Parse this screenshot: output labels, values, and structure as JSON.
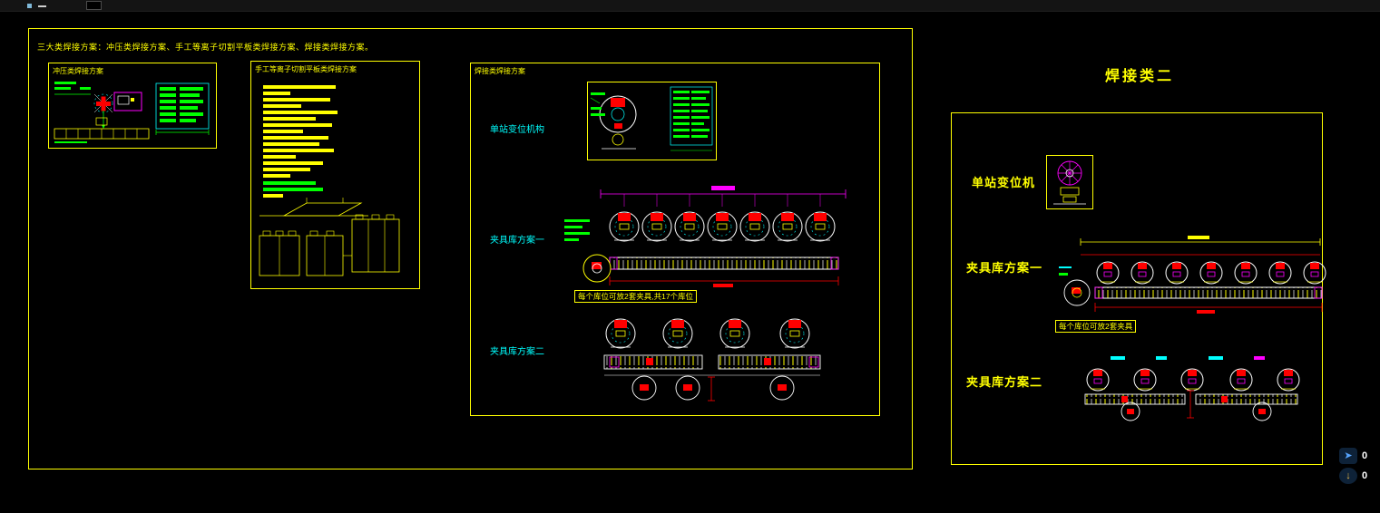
{
  "sheet_main": {
    "header_note": "三大类焊接方案：冲压类焊接方案、手工等离子切割平板类焊接方案、焊接类焊接方案。",
    "panel_stamping": {
      "title": "冲压类焊接方案"
    },
    "panel_plasma": {
      "title": "手工等离子切割平板类焊接方案"
    },
    "panel_welding": {
      "title": "焊接类焊接方案",
      "label_station": "单站变位机构",
      "label_plan1": "夹具库方案一",
      "label_plan2": "夹具库方案二",
      "note_plan1": "每个库位可放2套夹具,共17个库位"
    }
  },
  "sheet_right": {
    "title": "焊接类二",
    "label_station": "单站变位机",
    "label_plan1": "夹具库方案一",
    "label_plan2": "夹具库方案二",
    "note_plan1": "每个库位可放2套夹具"
  },
  "overlay": {
    "counter_top": "0",
    "counter_bottom": "0"
  },
  "colors": {
    "background": "#000000",
    "line_yellow": "#ffff00",
    "line_cyan": "#00ffff",
    "line_green": "#00ff00",
    "line_magenta": "#ff00ff",
    "line_red": "#ff0000",
    "line_white": "#ffffff"
  }
}
